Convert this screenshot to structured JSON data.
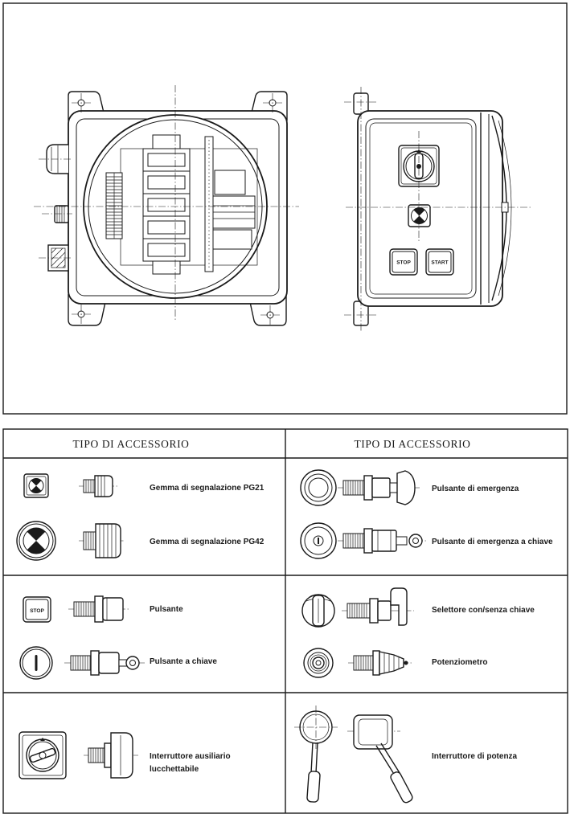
{
  "colors": {
    "ink": "#1a1a1a",
    "paper": "#ffffff"
  },
  "drawing": {
    "side_view": {
      "stop_label": "STOP",
      "start_label": "START"
    }
  },
  "accessories": {
    "left": {
      "header": "TIPO DI ACCESSORIO",
      "items": [
        {
          "label": "Gemma di segnalazione PG21",
          "icon": "signal-lamp-icon"
        },
        {
          "label": "Gemma di segnalazione PG42",
          "icon": "signal-lamp-large-icon"
        },
        {
          "label": "Pulsante",
          "icon": "push-button-icon",
          "icon_text": "STOP"
        },
        {
          "label": "Pulsante a chiave",
          "icon": "key-button-icon"
        },
        {
          "label_lines": [
            "Interruttore ausiliario",
            "lucchettabile"
          ],
          "icon": "lockable-switch-icon"
        }
      ]
    },
    "right": {
      "header": "TIPO DI ACCESSORIO",
      "items": [
        {
          "label": "Pulsante di emergenza",
          "icon": "emergency-button-icon"
        },
        {
          "label": "Pulsante di emergenza a chiave",
          "icon": "emergency-key-button-icon"
        },
        {
          "label": "Selettore con/senza chiave",
          "icon": "selector-switch-icon"
        },
        {
          "label": "Potenziometro",
          "icon": "potentiometer-icon"
        },
        {
          "label": "Interruttore di potenza",
          "icon": "power-switch-icon"
        }
      ]
    }
  }
}
